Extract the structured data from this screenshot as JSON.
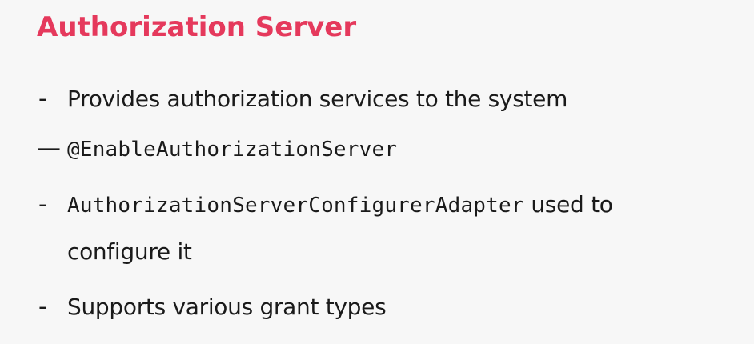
{
  "slide": {
    "title": "Authorization Server",
    "bullets": [
      {
        "marker": "-",
        "text": "Provides authorization services to the system"
      },
      {
        "marker": "—",
        "code": "@EnableAuthorizationServer"
      },
      {
        "marker": "-",
        "code": "AuthorizationServerConfigurerAdapter",
        "text_after_code": " used to configure it"
      },
      {
        "marker": "-",
        "text": "Supports various grant types"
      }
    ]
  },
  "colors": {
    "title": "#e5395c",
    "text": "#1a1a1a",
    "background": "#f7f7f7"
  }
}
